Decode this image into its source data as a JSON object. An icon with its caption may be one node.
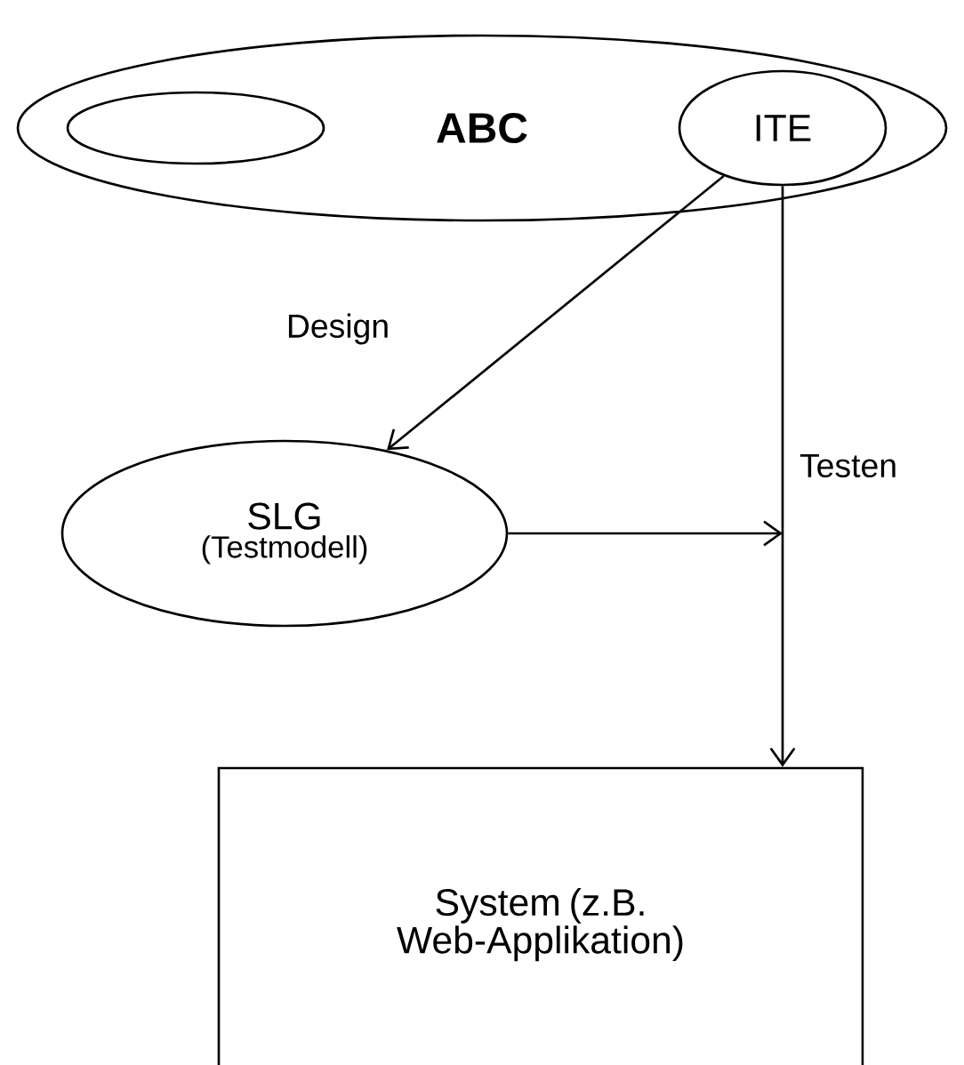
{
  "diagram": {
    "nodes": [
      {
        "text": [
          "ABC"
        ]
      },
      {
        "text": [],
        "shape": "ellipse",
        "in": 0
      },
      {
        "text": [
          "ITE"
        ],
        "in": 0
      },
      {
        "text": [
          "SLG",
          "(Testmodell)"
        ]
      },
      {
        "text": [
          "System (z.B. Web-Applikation)"
        ]
      }
    ],
    "edges": [
      {
        "from": 2,
        "to": 3,
        "arrow": "to",
        "label": "Design"
      },
      {
        "from": 2,
        "to": 4,
        "arrow": "to",
        "label": "Testen"
      },
      {
        "from": 3,
        "to": null,
        "arrow": "to"
      }
    ]
  }
}
